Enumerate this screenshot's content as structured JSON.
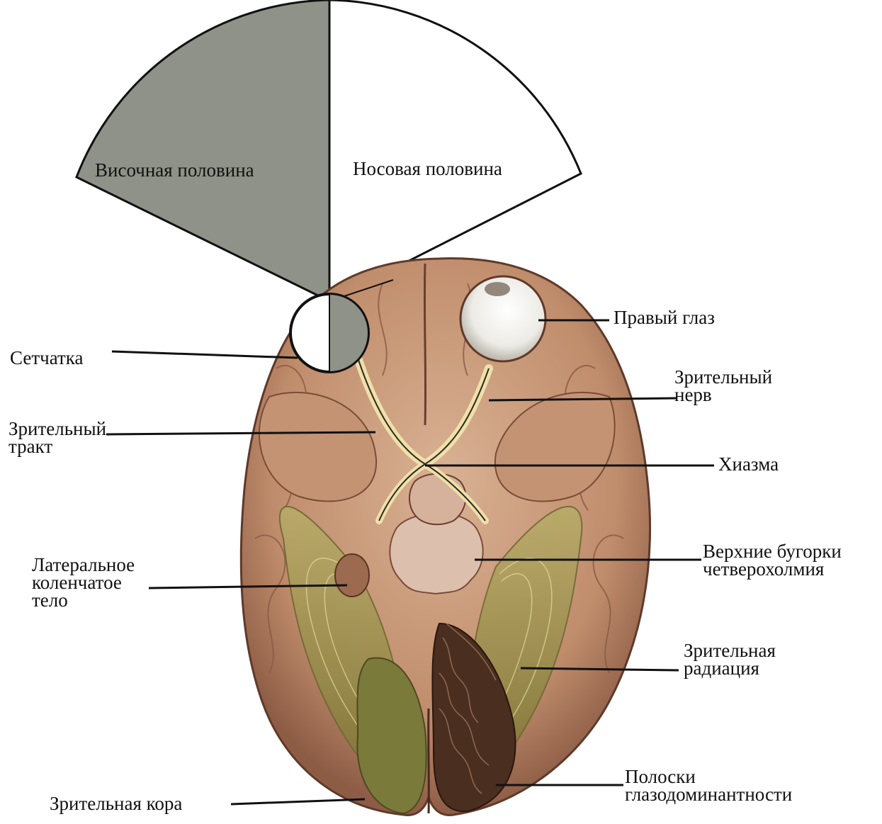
{
  "figure": {
    "visual_field": {
      "temporal_half": "Височная половина",
      "nasal_half": "Носовая половина"
    },
    "labels": {
      "right_eye": "Правый глаз",
      "retina": "Сетчатка",
      "optic_nerve": [
        "Зрительный",
        "нерв"
      ],
      "optic_tract": [
        "Зрительный",
        "тракт"
      ],
      "chiasm": "Хиазма",
      "superior_colliculi": [
        "Верхние бугорки",
        "четверохолмия"
      ],
      "lgn": [
        "Латеральное",
        "коленчатое",
        "тело"
      ],
      "optic_radiation": [
        "Зрительная",
        "радиация"
      ],
      "dominance_columns": [
        "Полоски",
        "глазодоминантности"
      ],
      "visual_cortex": "Зрительная кора"
    },
    "colors": {
      "temporal_fill": "#8f9288",
      "brain_fill": "#c79a78",
      "brain_shadow": "#8a5a45",
      "optic_pathway": "#f0e0a8",
      "radiation_fill": "#a89a55",
      "cortex_fill": "#7a7a3a",
      "stripes": "#3a241a"
    }
  }
}
